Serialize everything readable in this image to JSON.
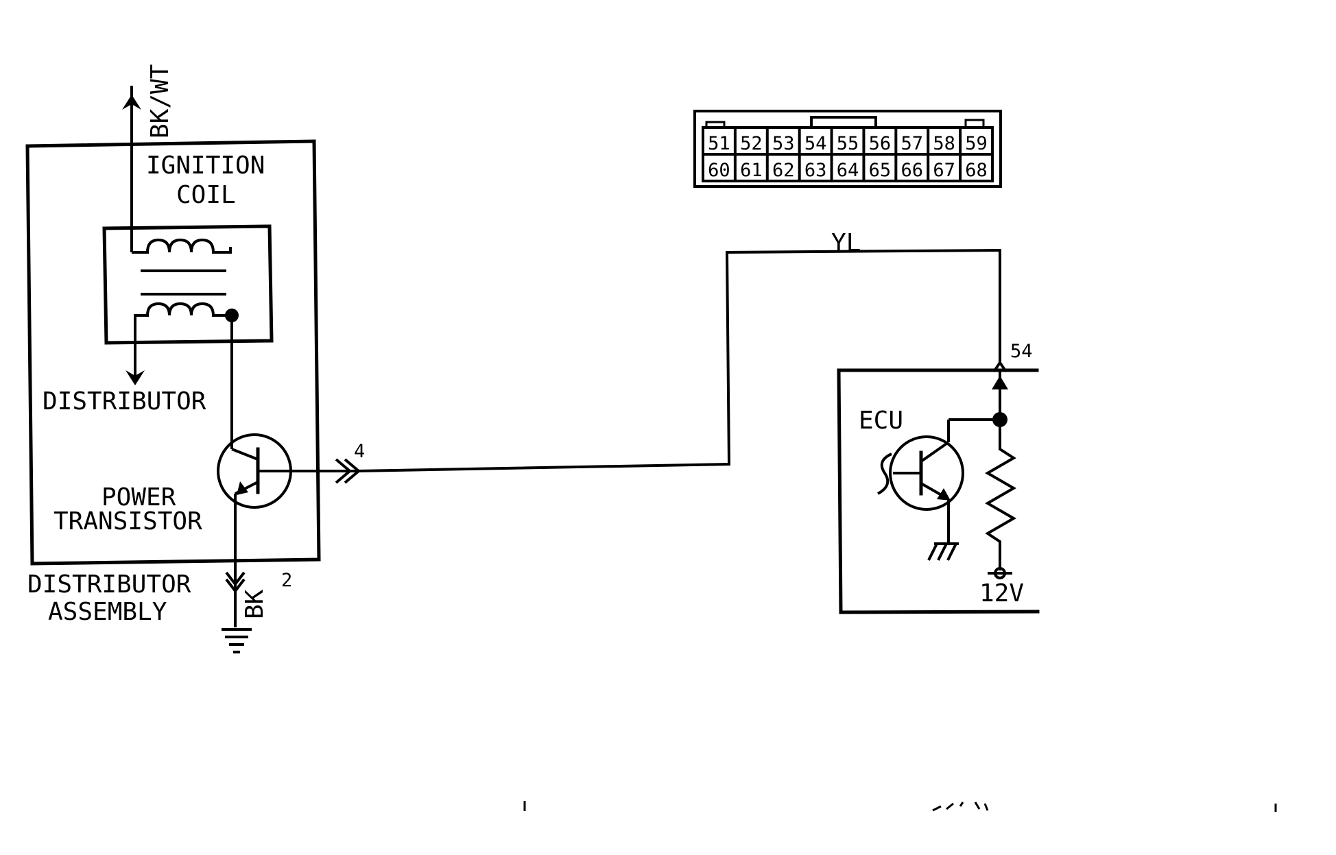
{
  "labels": {
    "bk_wt": "BK/WT",
    "ignition_coil_line1": "IGNITION",
    "ignition_coil_line2": "COIL",
    "distributor": "DISTRIBUTOR",
    "power_transistor_line1": "POWER",
    "power_transistor_line2": "TRANSISTOR",
    "distributor_assembly_line1": "DISTRIBUTOR",
    "distributor_assembly_line2": "ASSEMBLY",
    "bk": "BK",
    "pin_2": "2",
    "pin_4": "4",
    "yl": "YL",
    "pin_54": "54",
    "ecu": "ECU",
    "v12": "12V"
  },
  "connector": {
    "top_row": [
      "51",
      "52",
      "53",
      "54",
      "55",
      "56",
      "57",
      "58",
      "59"
    ],
    "bottom_row": [
      "60",
      "61",
      "62",
      "63",
      "64",
      "65",
      "66",
      "67",
      "68"
    ]
  }
}
